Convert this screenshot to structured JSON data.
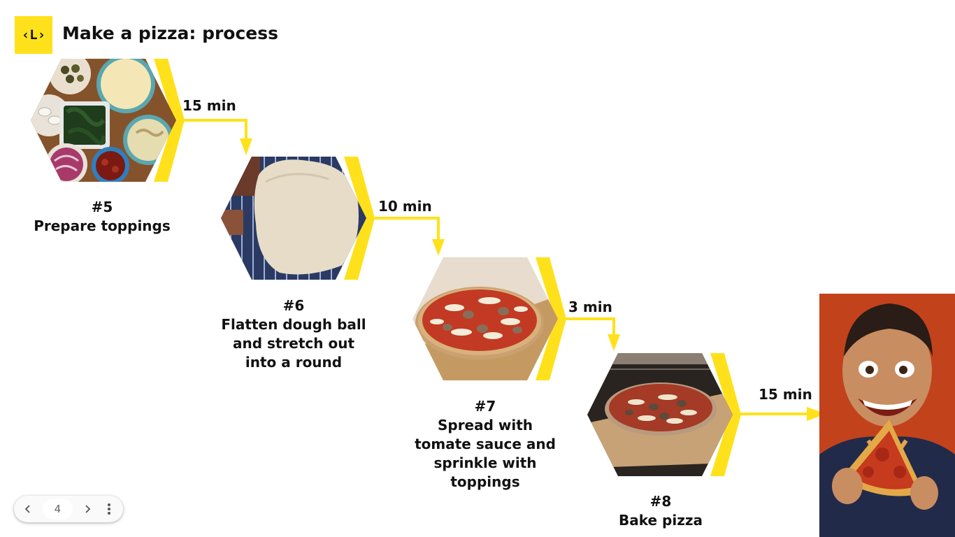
{
  "header": {
    "logo_text": "‹L›",
    "title": "Make a pizza: process"
  },
  "accent_color": "#ffe11b",
  "steps": [
    {
      "number": "#5",
      "label": "Prepare toppings",
      "photo": "toppings-bowls-photo"
    },
    {
      "number": "#6",
      "label": "Flatten dough ball\nand stretch out\ninto a round",
      "photo": "stretched-dough-photo"
    },
    {
      "number": "#7",
      "label": "Spread with\ntomate sauce and\nsprinkle with\ntoppings",
      "photo": "topped-pizza-photo"
    },
    {
      "number": "#8",
      "label": "Bake pizza",
      "photo": "pizza-in-oven-photo"
    }
  ],
  "durations": [
    "15 min",
    "10 min",
    "3 min",
    "15 min"
  ],
  "final_photo": "boy-eating-pizza-photo",
  "nav": {
    "prev_icon": "chevron-left-icon",
    "page": "4",
    "next_icon": "chevron-right-icon",
    "more_icon": "more-vert-icon"
  }
}
